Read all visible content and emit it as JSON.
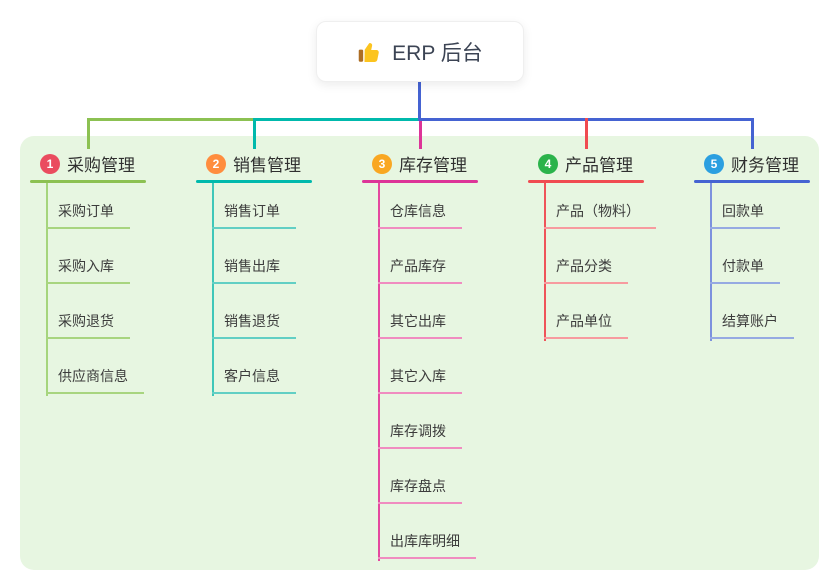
{
  "root": {
    "title": "ERP 后台",
    "icon": "thumbs-up-icon"
  },
  "colors": {
    "page_bg": "#ffffff",
    "panel_bg": "#e7f6e1",
    "root_connector": "#4563d2",
    "root_text": "#3c4454",
    "item_text": "#3c3c3c"
  },
  "branches": [
    {
      "badge": "1",
      "label": "采购管理",
      "badge_color": "#ea4c5f",
      "line_color": "#8cc152",
      "vline_color": "#a5d57c",
      "sub_line_color": "#a8d57f",
      "items": [
        "采购订单",
        "采购入库",
        "采购退货",
        "供应商信息"
      ]
    },
    {
      "badge": "2",
      "label": "销售管理",
      "badge_color": "#ff8d3e",
      "line_color": "#00b9ac",
      "vline_color": "#3fc7b9",
      "sub_line_color": "#62cfc4",
      "items": [
        "销售订单",
        "销售出库",
        "销售退货",
        "客户信息"
      ]
    },
    {
      "badge": "3",
      "label": "库存管理",
      "badge_color": "#f9a722",
      "line_color": "#dd3498",
      "vline_color": "#e5489f",
      "sub_line_color": "#f08cc0",
      "items": [
        "仓库信息",
        "产品库存",
        "其它出库",
        "其它入库",
        "库存调拨",
        "库存盘点",
        "出库库明细"
      ]
    },
    {
      "badge": "4",
      "label": "产品管理",
      "badge_color": "#2bb34b",
      "line_color": "#f04b51",
      "vline_color": "#ef5459",
      "sub_line_color": "#f79b9f",
      "items": [
        "产品（物料）",
        "产品分类",
        "产品单位"
      ]
    },
    {
      "badge": "5",
      "label": "财务管理",
      "badge_color": "#2b9fe0",
      "line_color": "#4563d2",
      "vline_color": "#7d92de",
      "sub_line_color": "#96aae2",
      "items": [
        "回款单",
        "付款单",
        "结算账户"
      ]
    }
  ]
}
